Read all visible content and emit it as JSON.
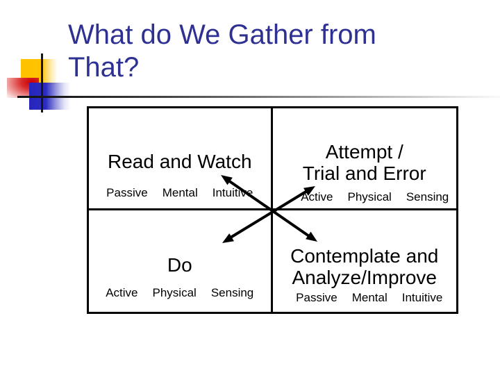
{
  "slide_title": {
    "text": "What do We Gather from That?",
    "lines": [
      "What do We Gather from",
      "That?"
    ]
  },
  "quadrants": {
    "top_left": {
      "header_lines": [
        "Read and Watch"
      ],
      "labels": [
        "Passive",
        "Mental",
        "Intuitive"
      ]
    },
    "top_right": {
      "header_lines": [
        "Attempt /",
        "Trial and Error"
      ],
      "labels": [
        "Active",
        "Physical",
        "Sensing"
      ]
    },
    "bottom_left": {
      "header_lines": [
        "Do"
      ],
      "labels": [
        "Active",
        "Physical",
        "Sensing"
      ]
    },
    "bottom_right": {
      "header_lines": [
        "Contemplate and",
        "Analyze/Improve"
      ],
      "labels": [
        "Passive",
        "Mental",
        "Intuitive"
      ]
    }
  },
  "colors": {
    "title_text": "#2E3192",
    "body_text": "#000000",
    "table_border": "#000000",
    "arrow": "#000000",
    "accent_yellow": "#FFC200",
    "accent_red": "#C80000",
    "accent_blue": "#2B2BC0"
  }
}
